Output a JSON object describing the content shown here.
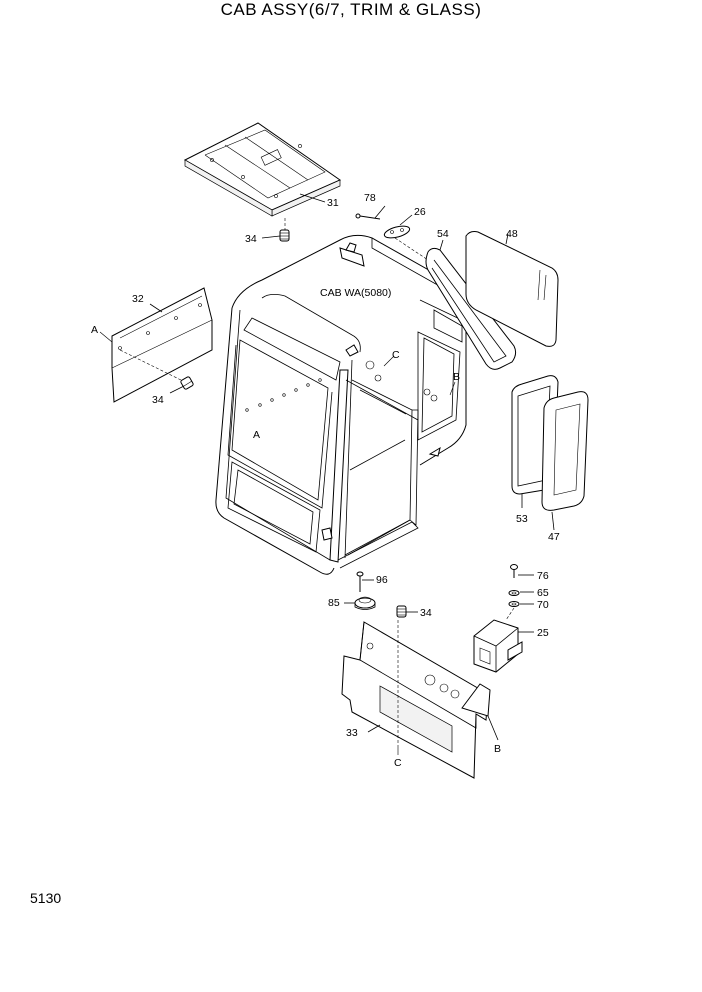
{
  "title": "CAB ASSY(6/7, TRIM & GLASS)",
  "page_number": "5130",
  "cab_label": "CAB WA(5080)",
  "callouts": {
    "p31": "31",
    "p34a": "34",
    "p78": "78",
    "p26": "26",
    "p54": "54",
    "p48": "48",
    "p32": "32",
    "pA1": "A",
    "p34b": "34",
    "pC1": "C",
    "pB1": "B",
    "pA2": "A",
    "p53": "53",
    "p47": "47",
    "p96": "96",
    "p85": "85",
    "p34c": "34",
    "p76": "76",
    "p65": "65",
    "p70": "70",
    "p25": "25",
    "p33": "33",
    "pC2": "C",
    "pB2": "B"
  }
}
